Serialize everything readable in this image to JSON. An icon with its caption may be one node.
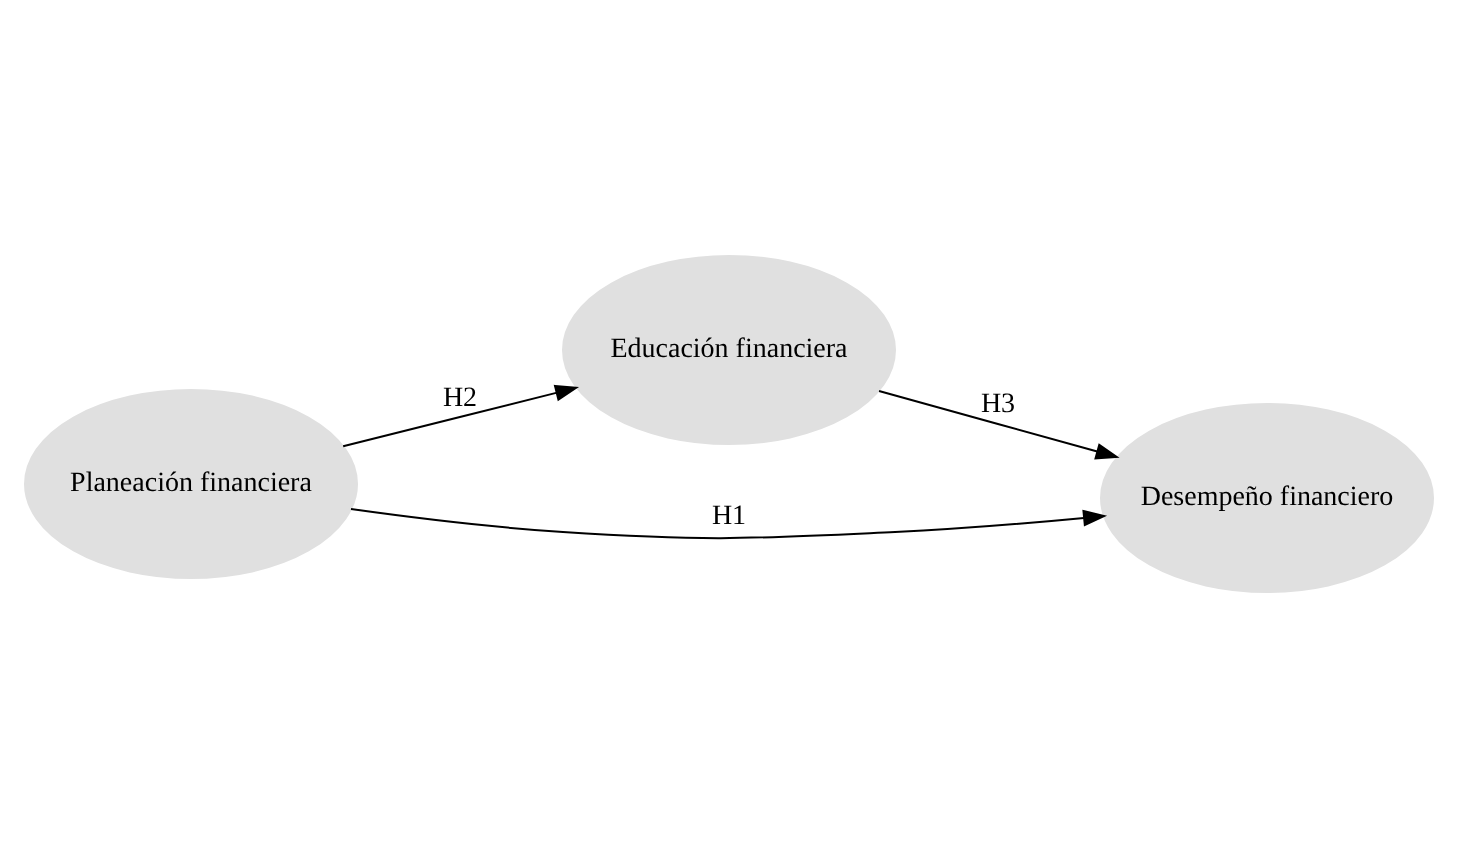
{
  "diagram": {
    "nodes": [
      {
        "text": [
          "Educación financiera"
        ]
      },
      {
        "text": [
          "Planeación financiera"
        ]
      },
      {
        "text": [
          "Desempeño financiero"
        ]
      }
    ],
    "edges": [
      {
        "from": 1,
        "to": 0,
        "arrow": "to",
        "label": "H2"
      },
      {
        "from": 0,
        "to": 2,
        "arrow": "to",
        "label": "H3"
      },
      {
        "from": 1,
        "to": 2,
        "arrow": "to",
        "label": "H1"
      }
    ]
  }
}
